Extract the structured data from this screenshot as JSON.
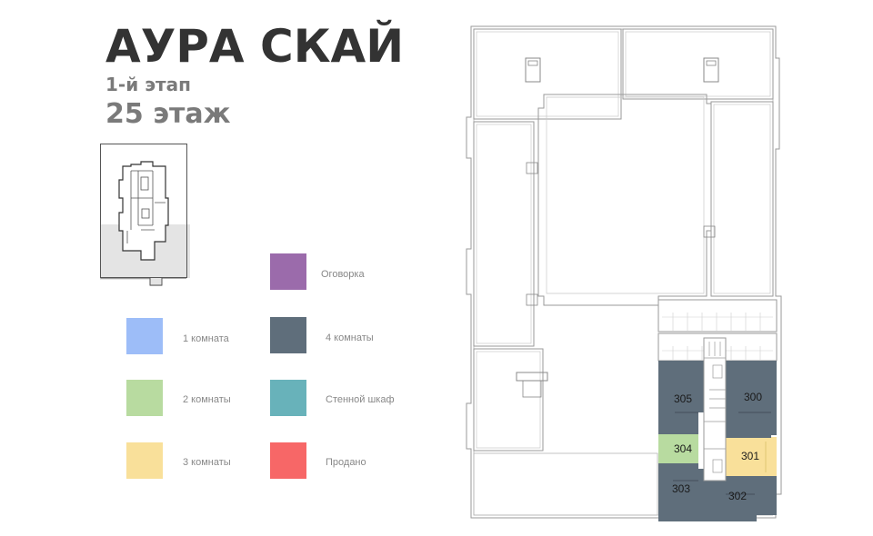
{
  "header": {
    "title": "АУРА СКАЙ",
    "stage": "1-й этап",
    "floor": "25 этаж"
  },
  "legend": [
    {
      "label": "Оговорка",
      "color": "#9b6bab"
    },
    {
      "label": "1 комната",
      "color": "#9dbdf8"
    },
    {
      "label": "4 комнаты",
      "color": "#5f6e7b"
    },
    {
      "label": "2 комнаты",
      "color": "#b8dba0"
    },
    {
      "label": "Стенной шкаф",
      "color": "#68b2ba"
    },
    {
      "label": "3 комнаты",
      "color": "#f9e09a"
    },
    {
      "label": "Продано",
      "color": "#f76767"
    }
  ],
  "apartments": [
    {
      "number": "305",
      "type": "4 комнаты",
      "color": "#5f6e7b"
    },
    {
      "number": "300",
      "type": "4 комнаты",
      "color": "#5f6e7b"
    },
    {
      "number": "304",
      "type": "2 комнаты",
      "color": "#b8dba0"
    },
    {
      "number": "301",
      "type": "3 комнаты",
      "color": "#f9e09a"
    },
    {
      "number": "303",
      "type": "4 комнаты",
      "color": "#5f6e7b"
    },
    {
      "number": "302",
      "type": "4 комнаты",
      "color": "#5f6e7b"
    }
  ]
}
